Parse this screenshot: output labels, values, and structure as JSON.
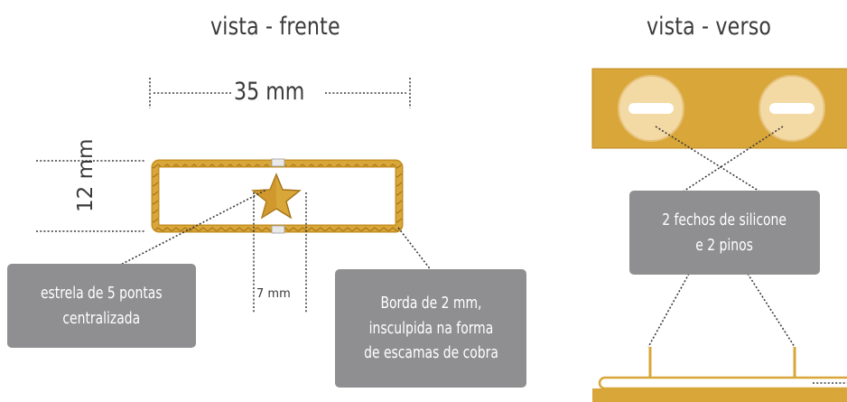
{
  "front": {
    "title": "vista - frente",
    "width_label": "35 mm",
    "height_label": "12 mm",
    "star_label": "7 mm",
    "star_box": {
      "line1": "estrela   de 5 pontas",
      "line2": "centralizada"
    },
    "border_box": {
      "line1": "Borda de 2 mm,",
      "line2": "insculpida na forma",
      "line3": "de escamas de cobra"
    }
  },
  "back": {
    "title": "vista - verso",
    "clasp_box": {
      "line1": "2 fechos de silicone",
      "line2": "e 2 pinos"
    }
  },
  "colors": {
    "gold": "#d9a63a",
    "gold_dark": "#b7841d",
    "label_box": "#8f8f91",
    "dots": "#3a3a3a"
  }
}
